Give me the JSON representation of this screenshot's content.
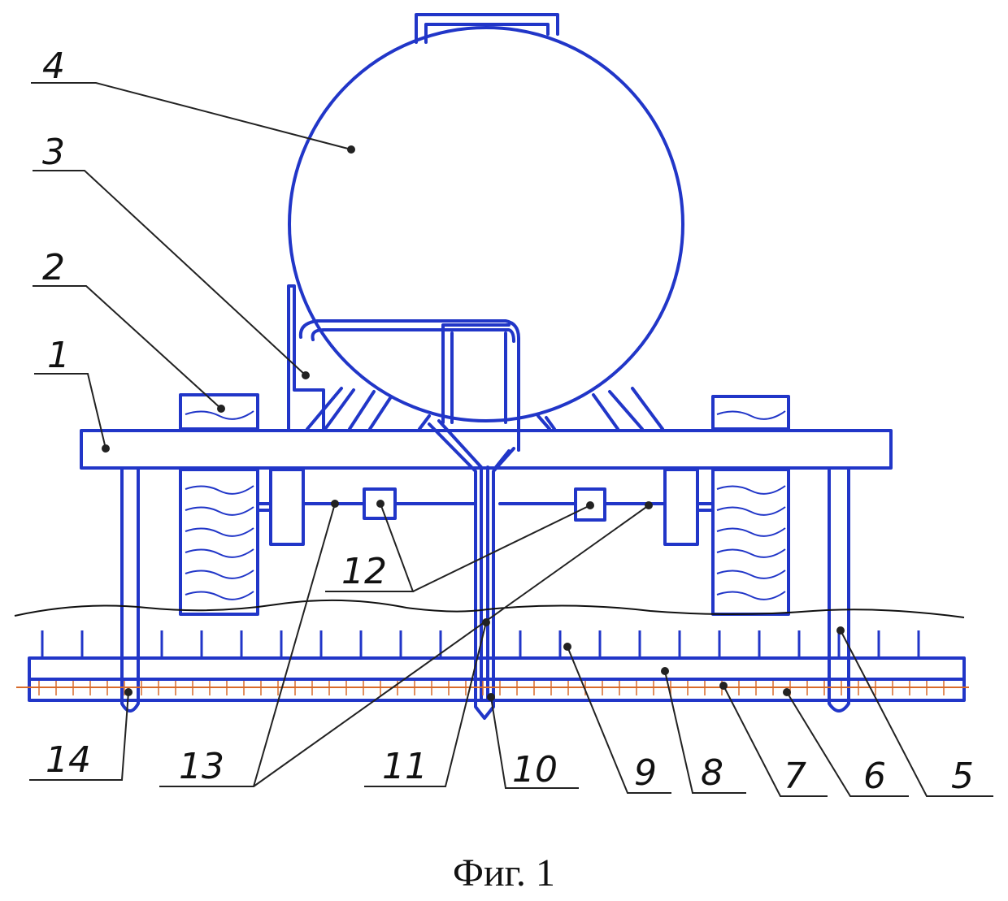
{
  "colors": {
    "line": "#2136c8",
    "ground": "#111111",
    "pin": "#d86a2a",
    "text": "#111111"
  },
  "labels": {
    "n1": "1",
    "n2": "2",
    "n3": "3",
    "n4": "4",
    "n5": "5",
    "n6": "6",
    "n7": "7",
    "n8": "8",
    "n9": "9",
    "n10": "10",
    "n11": "11",
    "n12": "12",
    "n13": "13",
    "n14": "14"
  },
  "caption": "Фиг. 1"
}
